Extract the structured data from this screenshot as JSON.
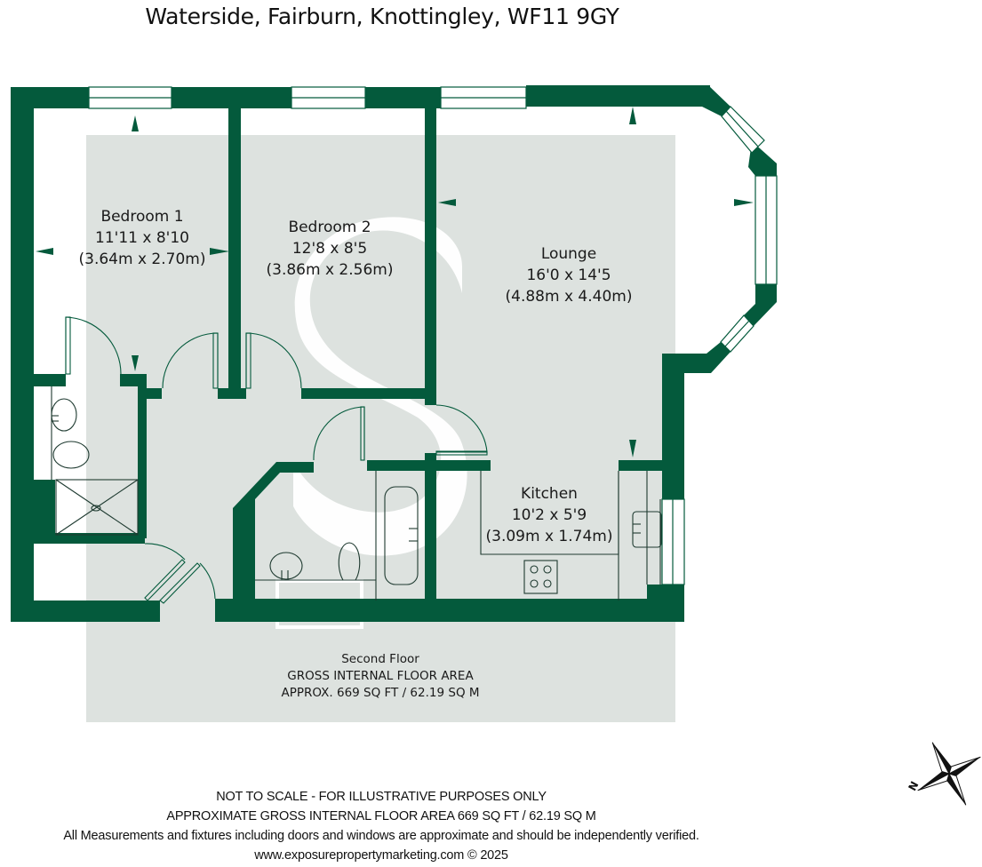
{
  "header": {
    "title": "Waterside, Fairburn, Knottingley, WF11 9GY"
  },
  "colors": {
    "wall": "#045a3c",
    "floor_tint": "#dde2df",
    "watermark": "#ffffff",
    "text": "#1a1a1a"
  },
  "rooms": [
    {
      "name": "Bedroom 1",
      "imperial": "11'11 x 8'10",
      "metric": "(3.64m x 2.70m)"
    },
    {
      "name": "Bedroom 2",
      "imperial": "12'8 x 8'5",
      "metric": "(3.86m x 2.56m)"
    },
    {
      "name": "Lounge",
      "imperial": "16'0 x 14'5",
      "metric": "(4.88m x 4.40m)"
    },
    {
      "name": "Kitchen",
      "imperial": "10'2 x 5'9",
      "metric": "(3.09m x 1.74m)"
    }
  ],
  "floor": {
    "name": "Second Floor",
    "area_heading": "GROSS INTERNAL FLOOR AREA",
    "area_value": "APPROX. 669 SQ FT / 62.19 SQ M"
  },
  "fixtures": [
    "shower-tray",
    "basin",
    "toilet",
    "bath",
    "sink",
    "hob"
  ],
  "compass": {
    "north_label": "N"
  },
  "footer": {
    "line1": "NOT TO SCALE - FOR ILLUSTRATIVE PURPOSES ONLY",
    "line2": "APPROXIMATE GROSS INTERNAL FLOOR AREA 669 SQ FT / 62.19 SQ M",
    "line3": "All Measurements and fixtures including doors and windows are approximate and should be independently verified.",
    "line4": "www.exposurepropertymarketing.com © 2025"
  }
}
